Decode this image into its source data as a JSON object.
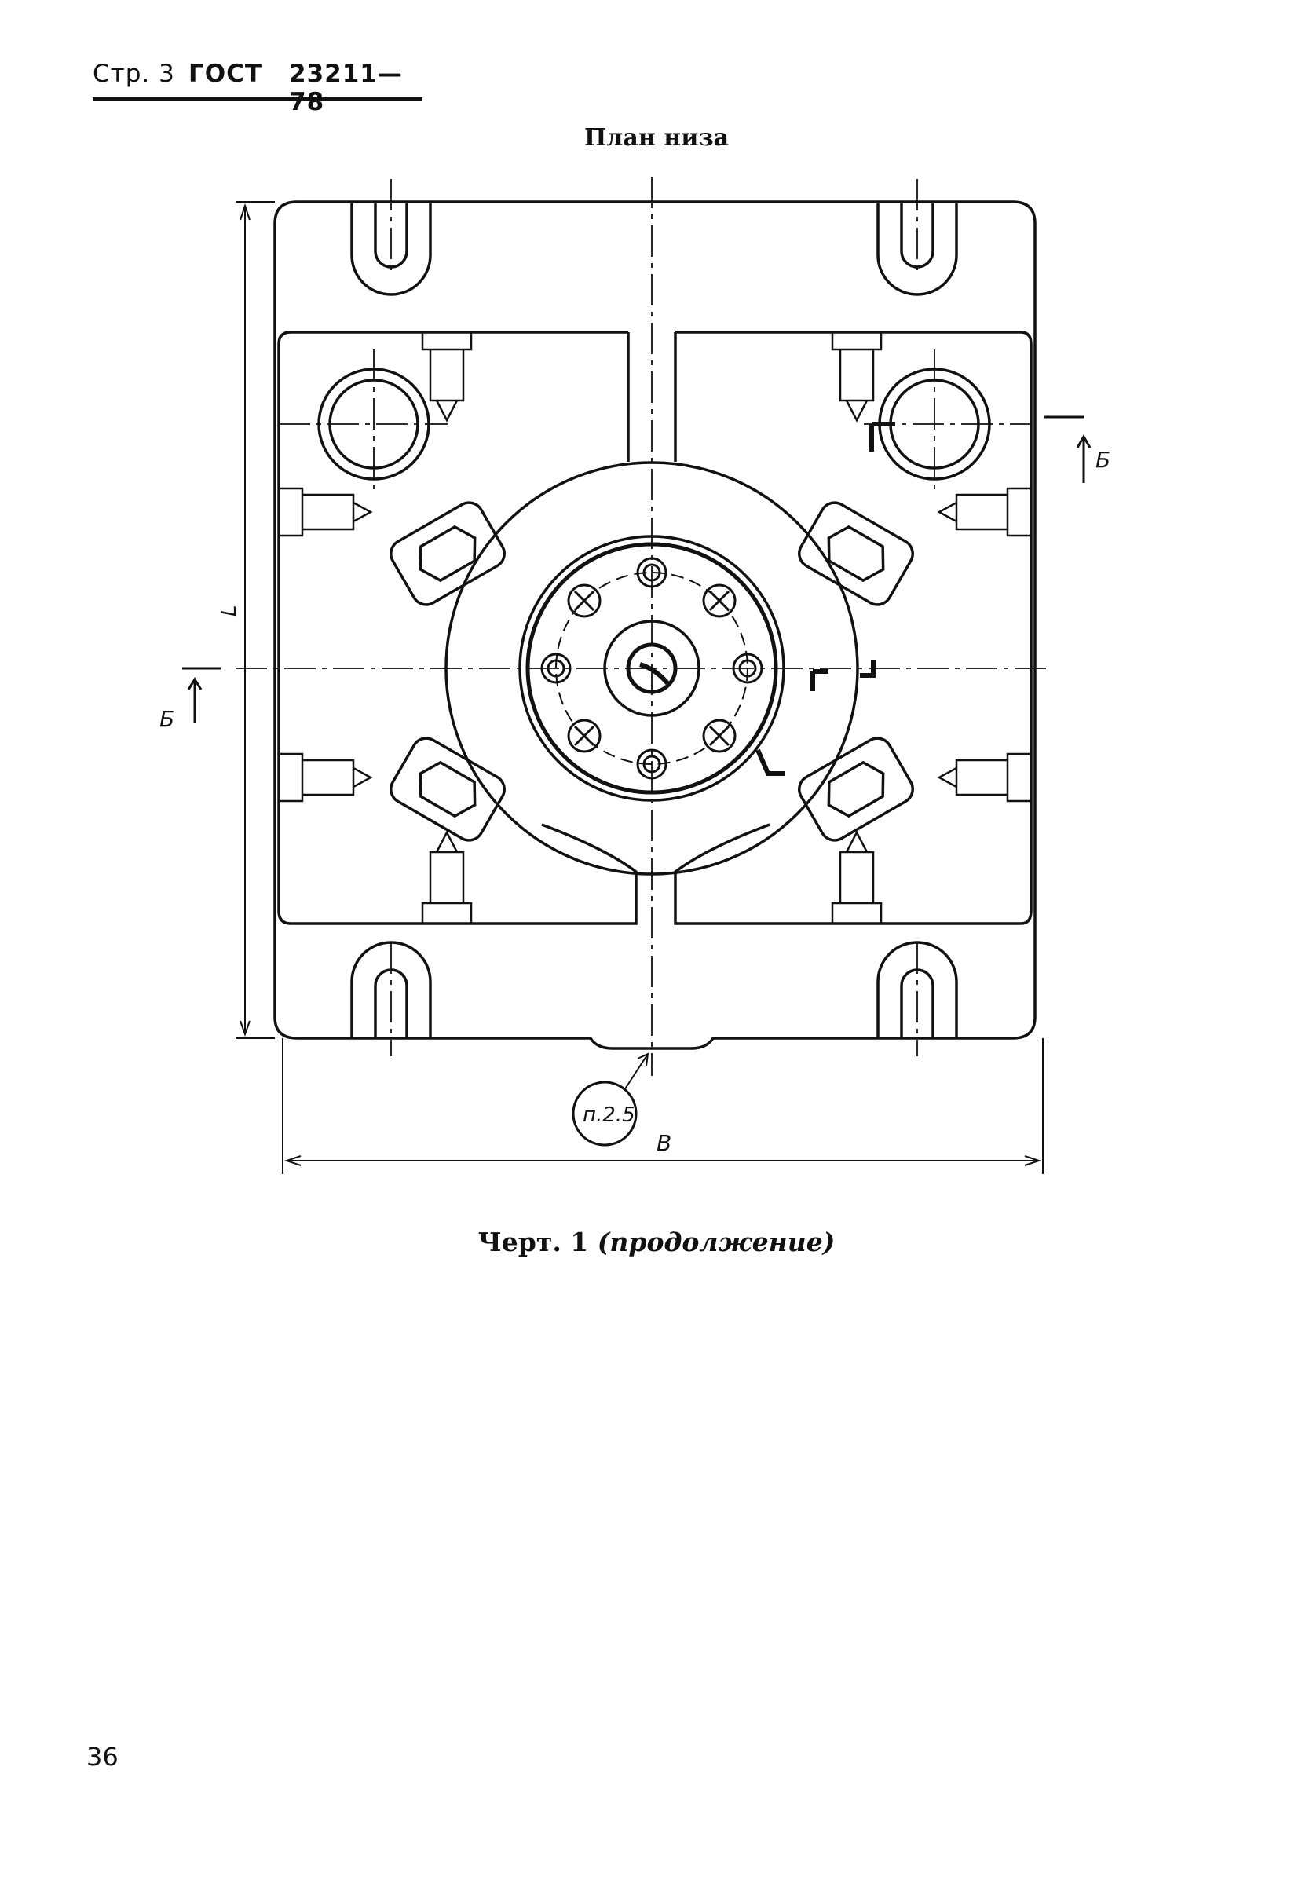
{
  "header": {
    "page_label": "Стр. 3",
    "standard": "ГОСТ",
    "number": "23211—78"
  },
  "plan_title": "План низа",
  "labels": {
    "dim_length": "L",
    "dim_width": "B",
    "section_mark": "Б",
    "note_ref": "п.2.5"
  },
  "caption": {
    "main": "Черт. 1",
    "continuation": "(продолжение)"
  },
  "page_number": "36"
}
